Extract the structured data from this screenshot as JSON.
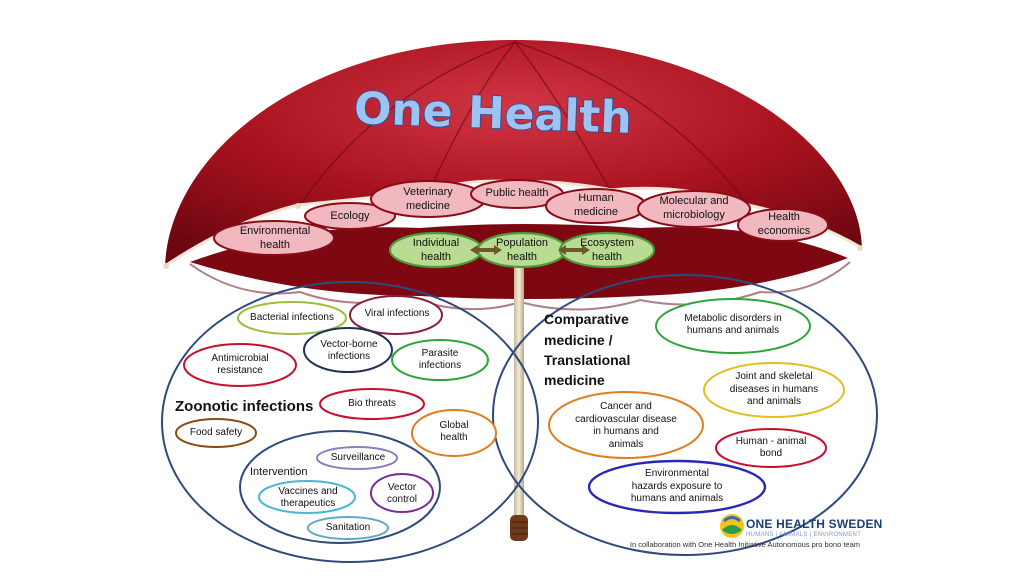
{
  "title": "One Health",
  "canopy_items": {
    "environmental_health": "Environmental\nhealth",
    "ecology": "Ecology",
    "veterinary_medicine": "Veterinary\nmedicine",
    "public_health": "Public health",
    "human_medicine": "Human\nmedicine",
    "molecular_microbiology": "Molecular and\nmicrobiology",
    "health_economics": "Health\neconomics"
  },
  "health_levels": {
    "individual": "Individual\nhealth",
    "population": "Population\nhealth",
    "ecosystem": "Ecosystem\nhealth"
  },
  "zoonotic": {
    "title": "Zoonotic infections",
    "bacterial": "Bacterial  infections",
    "viral": "Viral infections",
    "vector_borne": "Vector-borne\ninfections",
    "antimicrobial": "Antimicrobial\nresistance",
    "parasite": "Parasite\ninfections",
    "bio_threats": "Bio threats",
    "global_health": "Global\nhealth",
    "food_safety": "Food safety",
    "intervention": {
      "title": "Intervention",
      "surveillance": "Surveillance",
      "vaccines": "Vaccines and\ntherapeutics",
      "vector_control": "Vector\ncontrol",
      "sanitation": "Sanitation"
    }
  },
  "comparative": {
    "title": "Comparative\nmedicine /\nTranslational\nmedicine",
    "metabolic": "Metabolic disorders in\nhumans and animals",
    "joint": "Joint and skeletal\ndiseases in humans\nand animals",
    "cancer": "Cancer and\ncardiovascular disease\nin humans and\nanimals",
    "bond": "Human - animal\nbond",
    "environmental_hazards": "Environmental\nhazards exposure to\nhumans and animals"
  },
  "logo": {
    "name": "ONE HEALTH SWEDEN",
    "tagline": "HUMANS | ANIMALS | ENVIRONMENT",
    "collaboration": "In collaboration with One Health Initiative Autonomous pro bono team"
  },
  "colors": {
    "canopy": "#a3101e",
    "canopy_pill": "#f2b8c0",
    "health_pill": "#b9dc92",
    "circle_outline": "#2e4a7d"
  }
}
